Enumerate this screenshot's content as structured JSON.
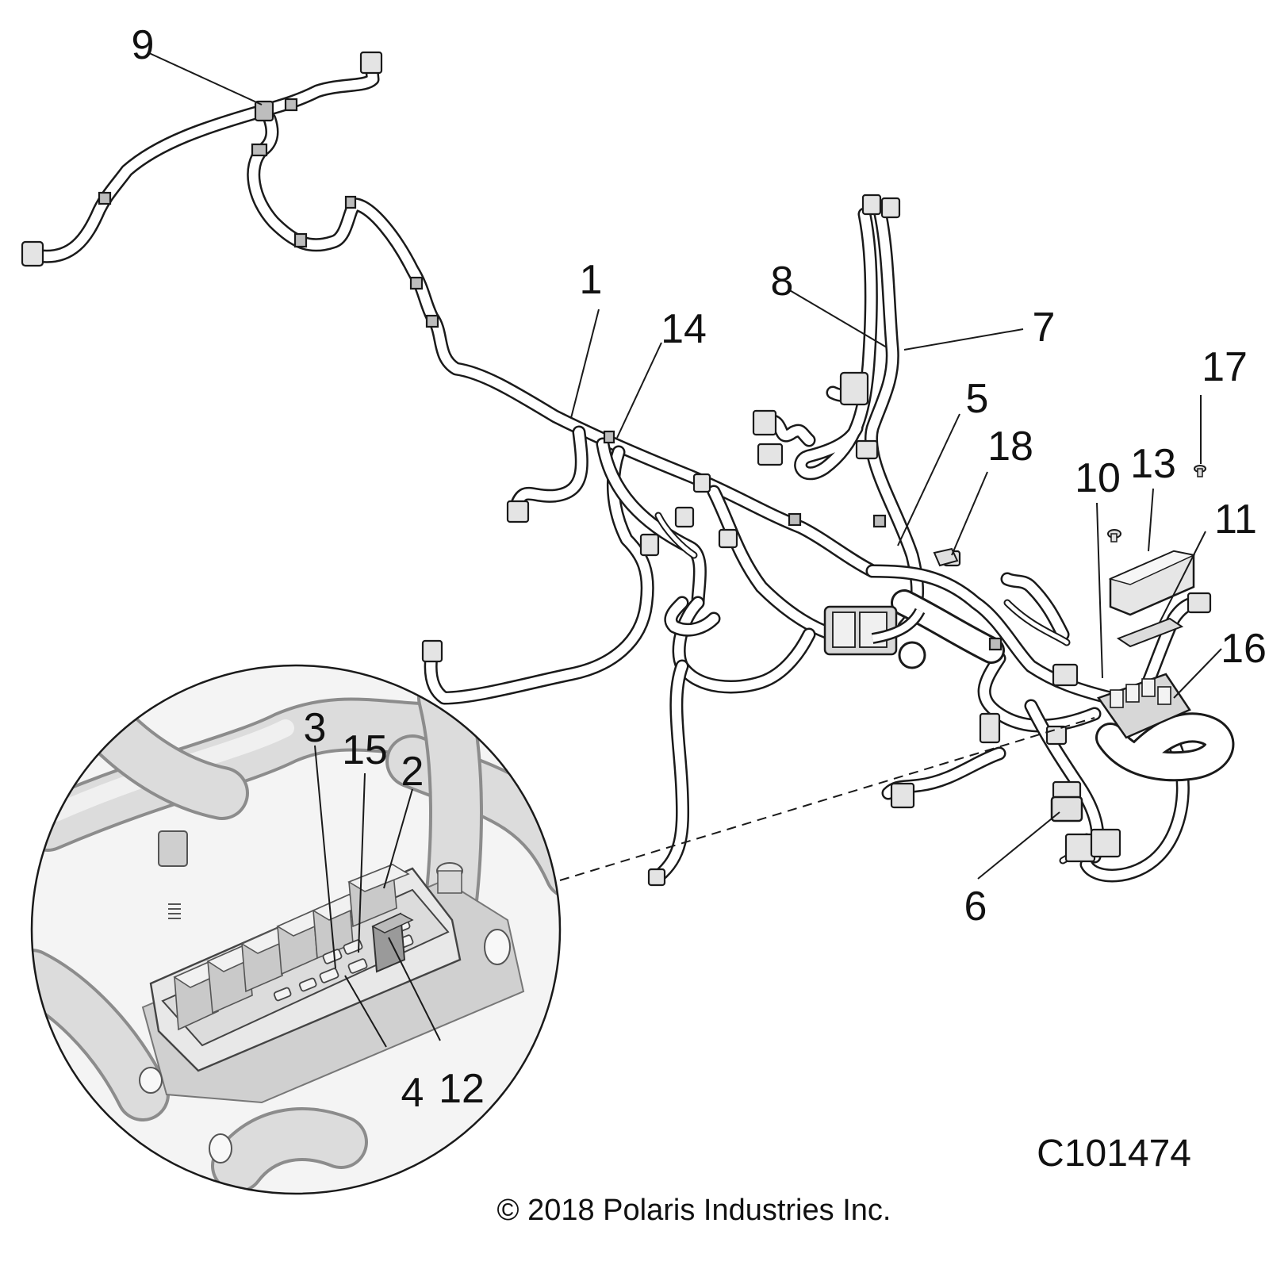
{
  "callouts": {
    "c1": "1",
    "c2": "2",
    "c3": "3",
    "c4": "4",
    "c5": "5",
    "c6": "6",
    "c7": "7",
    "c8": "8",
    "c9": "9",
    "c10": "10",
    "c11": "11",
    "c12": "12",
    "c13": "13",
    "c14": "14",
    "c15": "15",
    "c16": "16",
    "c17": "17",
    "c18": "18"
  },
  "figure_code": "C101474",
  "copyright": "© 2018 Polaris Industries Inc."
}
